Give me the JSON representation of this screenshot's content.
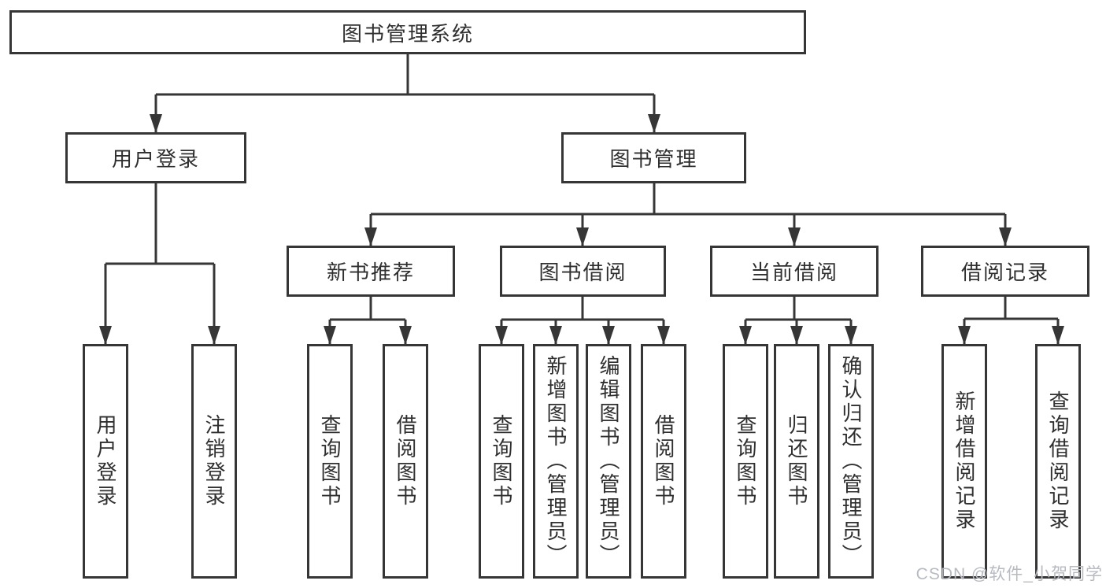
{
  "diagram": {
    "root": {
      "label": "图书管理系统"
    },
    "level2": [
      {
        "label": "用户登录"
      },
      {
        "label": "图书管理"
      }
    ],
    "level3": [
      {
        "label": "新书推荐"
      },
      {
        "label": "图书借阅"
      },
      {
        "label": "当前借阅"
      },
      {
        "label": "借阅记录"
      }
    ],
    "leaves": {
      "user_login": [
        {
          "label": "用户登录"
        },
        {
          "label": "注销登录"
        }
      ],
      "new_book": [
        {
          "label": "查询图书"
        },
        {
          "label": "借阅图书"
        }
      ],
      "book_borrow": [
        {
          "label": "查询图书"
        },
        {
          "label": "新增图书（管理员）"
        },
        {
          "label": "编辑图书（管理员）"
        },
        {
          "label": "借阅图书"
        }
      ],
      "current_borrow": [
        {
          "label": "查询图书"
        },
        {
          "label": "归还图书"
        },
        {
          "label": "确认归还（管理员）"
        }
      ],
      "borrow_record": [
        {
          "label": "新增借阅记录"
        },
        {
          "label": "查询借阅记录"
        }
      ]
    },
    "colors": {
      "line": "#363636",
      "text": "#2f2f2f",
      "watermark": "#b7bbc1",
      "background": "#ffffff"
    },
    "watermark": "CSDN @软件_小贺同学"
  }
}
